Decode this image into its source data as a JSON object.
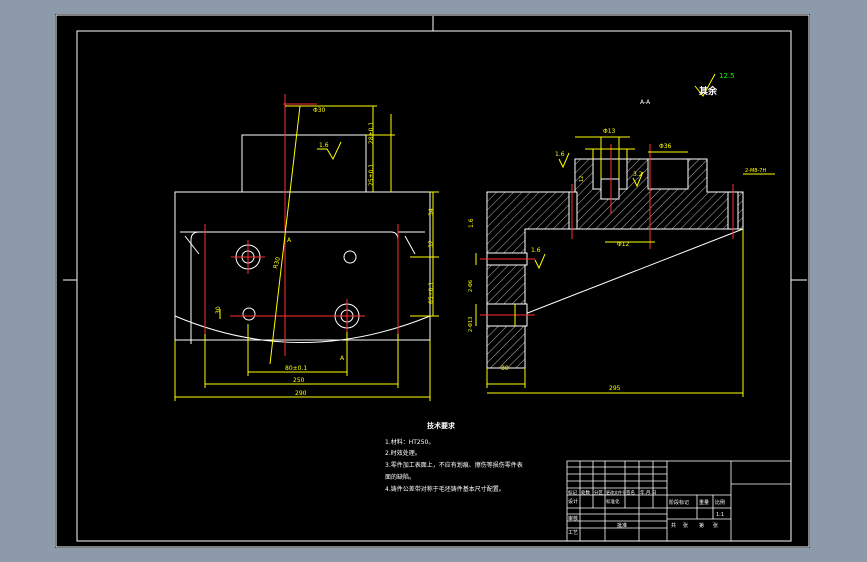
{
  "view_label": "A-A",
  "surface_note": {
    "label": "其余",
    "value": "12.5"
  },
  "tech_req": {
    "title": "技术要求",
    "items": [
      "1.材料：HT250。",
      "2.时效处理。",
      "3.零件加工表面上，不应有划痕、擦伤等损伤零件表",
      "面的缺陷。",
      "4.铸件公差带对称于毛坯铸件基本尺寸配置。"
    ]
  },
  "left_view_dims": [
    "Φ30",
    "28±0.1",
    "25±0.1",
    "34",
    "32",
    "65±0.1",
    "R30",
    "30",
    "80±0.1",
    "250",
    "290",
    "A",
    "A"
  ],
  "right_view_dims": [
    "1.6",
    "Φ13",
    "Φ36",
    "3.2",
    "12",
    "2-M8-7H",
    "1.6",
    "2-Φ6",
    "2-Φ13",
    "1.6",
    "80",
    "295",
    "Φ12",
    "3.2"
  ],
  "roughness_left": "1.6",
  "title_block": {
    "headers": [
      "标记",
      "处数",
      "分区",
      "更改文件号",
      "签名",
      "年.月.日"
    ],
    "rows_left": [
      "设计",
      "审核",
      "工艺"
    ],
    "standardization": "标准化",
    "approve": "批准",
    "stage_headers": [
      "阶段标记",
      "重量",
      "比例"
    ],
    "scale": "1:1",
    "sheet_info": [
      "共",
      "张",
      "第",
      "张"
    ]
  }
}
